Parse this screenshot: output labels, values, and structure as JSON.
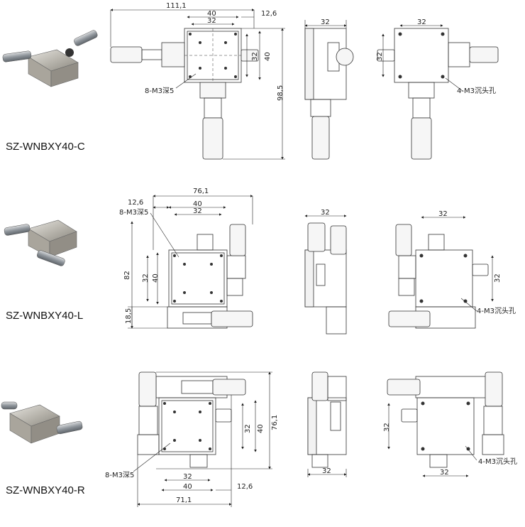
{
  "drawing_sets": [
    {
      "model": "SZ-WNBXY40-C",
      "dims": {
        "overall_w": "111,1",
        "w40": "40",
        "w32": "32",
        "offset": "12,6",
        "h32": "32",
        "h40": "40",
        "total_h": "98,5"
      },
      "side_w": "32",
      "back_w": "32",
      "back_h": "32",
      "note_front": "8-M3深5",
      "note_back": "4-M3沉头孔"
    },
    {
      "model": "SZ-WNBXY40-L",
      "dims": {
        "overall_w": "76,1",
        "offset": "12,6",
        "w40": "40",
        "w32": "32",
        "h82": "82",
        "h32": "32",
        "h40": "40",
        "h18": "18,5"
      },
      "side_w": "32",
      "back_w": "32",
      "back_h": "32",
      "note_front": "8-M3深5",
      "note_back": "4-M3沉头孔"
    },
    {
      "model": "SZ-WNBXY40-R",
      "dims": {
        "h32": "32",
        "h40": "40",
        "total_h": "76,1",
        "w32": "32",
        "w40": "40",
        "offset": "12,6",
        "overall_w": "71,1"
      },
      "side_w": "32",
      "back_w": "32",
      "back_h": "32",
      "note_front": "8-M3深5",
      "note_back": "4-M3沉头孔"
    }
  ]
}
